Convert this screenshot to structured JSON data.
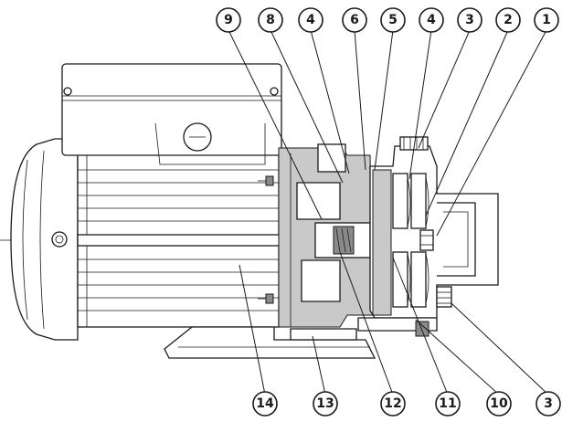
{
  "callouts": {
    "c1": "1",
    "c2": "2",
    "c3_top": "3",
    "c4_right": "4",
    "c5": "5",
    "c6": "6",
    "c4_left": "4",
    "c8": "8",
    "c9": "9",
    "c14": "14",
    "c13": "13",
    "c12": "12",
    "c11": "11",
    "c10": "10",
    "c3_bottom": "3"
  },
  "colors": {
    "line": "#1a1a1a",
    "shade": "#c9c9c9",
    "dark": "#8a8a8a",
    "background": "#ffffff"
  }
}
